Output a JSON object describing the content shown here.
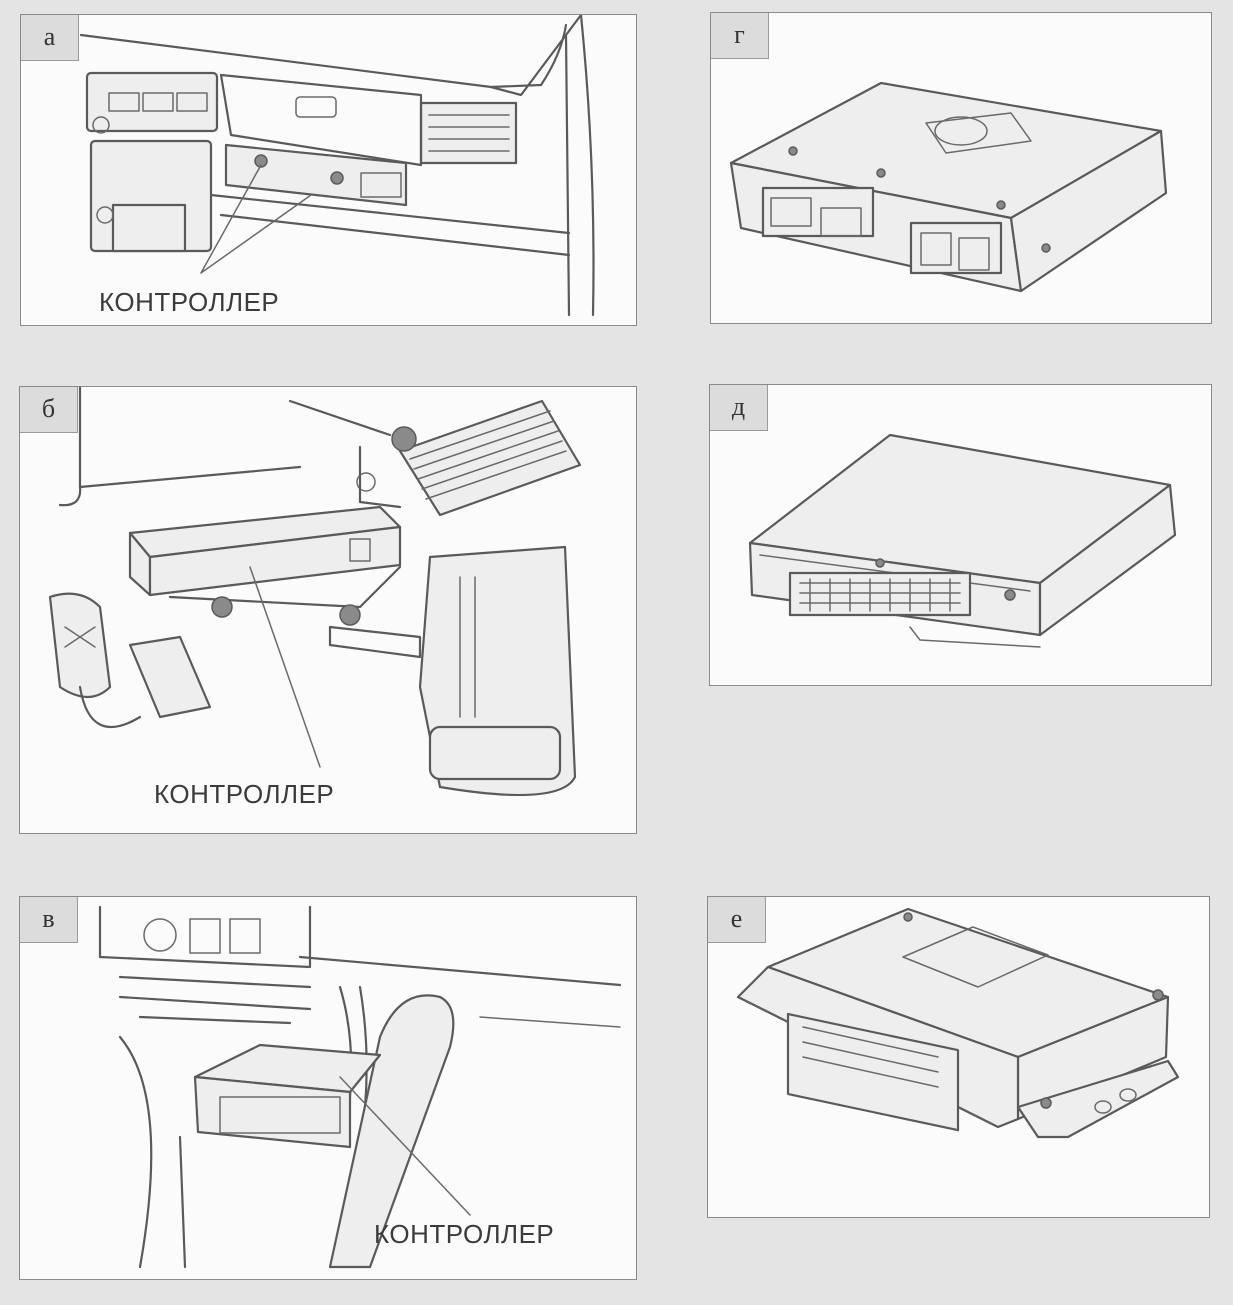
{
  "panels": {
    "a": {
      "tag": "а",
      "caption": "КОНТРОЛЛЕР"
    },
    "b": {
      "tag": "б",
      "caption": "КОНТРОЛЛЕР"
    },
    "v": {
      "tag": "в",
      "caption": "КОНТРОЛЛЕР"
    },
    "g": {
      "tag": "г"
    },
    "d": {
      "tag": "д"
    },
    "e": {
      "tag": "е"
    }
  }
}
